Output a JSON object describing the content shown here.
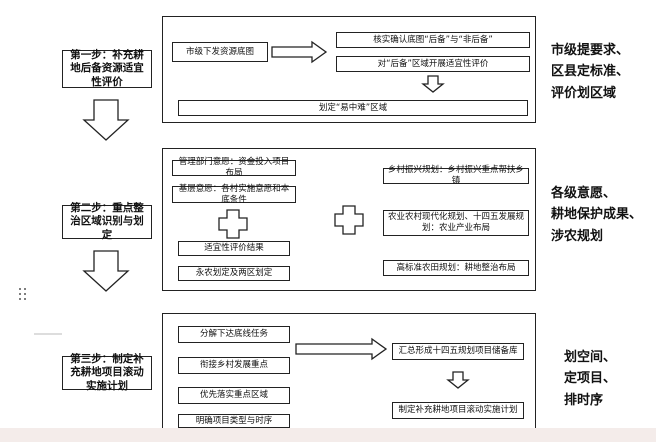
{
  "steps": [
    {
      "label": "第一步：补充耕地后备资源适宜性评价"
    },
    {
      "label": "第二步：重点整治区域识别与划定"
    },
    {
      "label": "第三步：制定补充耕地项目滚动实施计划"
    }
  ],
  "sections": [
    {
      "side_label": "市级提要求、\n区县定标准、\n评价划区域",
      "boxes": {
        "source_map": "市级下发资源底图",
        "confirm": "核实确认底图“后备”与“非后备”",
        "evaluate": "对“后备”区域开展适宜性评价",
        "delineate": "划定“易中难”区域"
      }
    },
    {
      "side_label": "各级意愿、\n耕地保护成果、\n涉农规划",
      "boxes": {
        "mgmt": "管理部门意愿：资金投入项目布局",
        "grassroots": "基层意愿：各村实施意愿和本底条件",
        "suitability": "适宜性评价结果",
        "farmland": "永农划定及两区划定",
        "rural": "乡村振兴规划：乡村振兴重点帮扶乡镇",
        "agri": "农业农村现代化规划、十四五发展规划：农业产业布局",
        "highstd": "高标准农田规划：耕地整治布局"
      }
    },
    {
      "side_label": "划空间、\n定项目、\n排时序",
      "boxes": {
        "task": "分解下达底线任务",
        "link": "衔接乡村发展重点",
        "priority": "优先落实重点区域",
        "type": "明确项目类型与时序",
        "summary": "汇总形成十四五规划项目储备库",
        "plan": "制定补充耕地项目滚动实施计划"
      }
    }
  ]
}
